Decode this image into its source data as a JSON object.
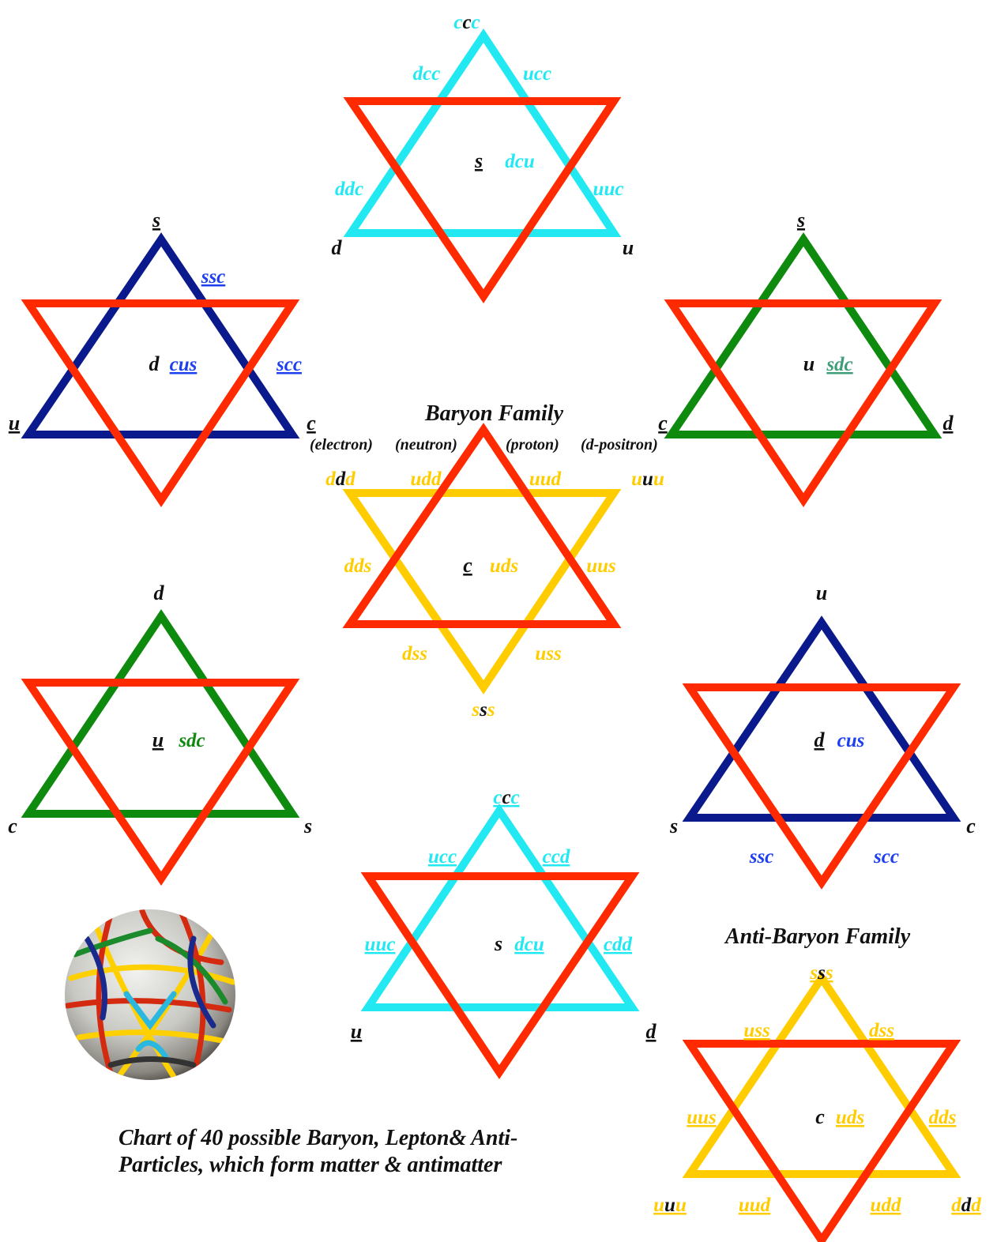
{
  "colors": {
    "red": "#ff2a00",
    "cyan": "#22e8f2",
    "navy": "#0a1a8c",
    "green": "#0e8a0e",
    "yellow": "#ffcc00",
    "blue": "#1d3ff0",
    "teal": "#3f9e78",
    "black": "#111111"
  },
  "titles": {
    "baryon_family": "Baryon Family",
    "anti_baryon_family": "Anti-Baryon Family"
  },
  "caption": {
    "line1": "Chart of 40 possible Baryon, Lepton& Anti-",
    "line2": "Particles, which form matter & antimatter"
  },
  "particle_names": {
    "electron": "(electron)",
    "neutron": "(neutron)",
    "proton": "(proton)",
    "d_positron": "(d-positron)"
  },
  "stars": [
    {
      "id": "top-cyan",
      "triangle_color": "cyan",
      "labels": [
        {
          "text": "ccc",
          "color": "cyan",
          "mid_color": "black"
        },
        {
          "text": "dcc",
          "color": "cyan"
        },
        {
          "text": "ucc",
          "color": "cyan"
        },
        {
          "text": "ddc",
          "color": "cyan"
        },
        {
          "text": "uuc",
          "color": "cyan"
        },
        {
          "text": "d",
          "color": "black"
        },
        {
          "text": "u",
          "color": "black"
        },
        {
          "text": "s",
          "color": "black",
          "underline": true
        },
        {
          "text": "dcu",
          "color": "cyan"
        }
      ]
    },
    {
      "id": "left-navy",
      "triangle_color": "navy",
      "labels": [
        {
          "text": "s",
          "color": "black",
          "underline": true
        },
        {
          "text": "ssc",
          "color": "blue",
          "underline": true
        },
        {
          "text": "d",
          "color": "black"
        },
        {
          "text": "cus",
          "color": "blue",
          "underline": true
        },
        {
          "text": "scc",
          "color": "blue",
          "underline": true
        },
        {
          "text": "u",
          "color": "black",
          "underline": true
        },
        {
          "text": "c",
          "color": "black",
          "underline": true
        }
      ]
    },
    {
      "id": "right-green",
      "triangle_color": "green",
      "labels": [
        {
          "text": "s",
          "color": "black",
          "underline": true
        },
        {
          "text": "u",
          "color": "black"
        },
        {
          "text": "sdc",
          "color": "teal",
          "underline": true
        },
        {
          "text": "c",
          "color": "black",
          "underline": true
        },
        {
          "text": "d",
          "color": "black",
          "underline": true
        }
      ]
    },
    {
      "id": "center-yellow",
      "triangle_color": "yellow",
      "labels": [
        {
          "text": "ddd",
          "color": "yellow",
          "mid_color": "black"
        },
        {
          "text": "udd",
          "color": "yellow"
        },
        {
          "text": "uud",
          "color": "yellow"
        },
        {
          "text": "uuu",
          "color": "yellow",
          "mid_color": "black"
        },
        {
          "text": "dds",
          "color": "yellow"
        },
        {
          "text": "c",
          "color": "black",
          "underline": true
        },
        {
          "text": "uds",
          "color": "yellow"
        },
        {
          "text": "uus",
          "color": "yellow"
        },
        {
          "text": "dss",
          "color": "yellow"
        },
        {
          "text": "uss",
          "color": "yellow"
        },
        {
          "text": "sss",
          "color": "yellow",
          "mid_color": "black"
        }
      ]
    },
    {
      "id": "left-green",
      "triangle_color": "green",
      "labels": [
        {
          "text": "d",
          "color": "black"
        },
        {
          "text": "u",
          "color": "black",
          "underline": true
        },
        {
          "text": "sdc",
          "color": "green"
        },
        {
          "text": "c",
          "color": "black"
        },
        {
          "text": "s",
          "color": "black"
        }
      ]
    },
    {
      "id": "right-navy",
      "triangle_color": "navy",
      "labels": [
        {
          "text": "u",
          "color": "black"
        },
        {
          "text": "d",
          "color": "black",
          "underline": true
        },
        {
          "text": "cus",
          "color": "blue"
        },
        {
          "text": "s",
          "color": "black"
        },
        {
          "text": "c",
          "color": "black"
        },
        {
          "text": "ssc",
          "color": "blue"
        },
        {
          "text": "scc",
          "color": "blue"
        }
      ]
    },
    {
      "id": "bottom-cyan",
      "triangle_color": "cyan",
      "labels": [
        {
          "text": "ccc",
          "color": "cyan",
          "mid_color": "black",
          "underline": true
        },
        {
          "text": "ucc",
          "color": "cyan",
          "underline": true
        },
        {
          "text": "ccd",
          "color": "cyan",
          "underline": true
        },
        {
          "text": "uuc",
          "color": "cyan",
          "underline": true
        },
        {
          "text": "s",
          "color": "black"
        },
        {
          "text": "dcu",
          "color": "cyan",
          "underline": true
        },
        {
          "text": "cdd",
          "color": "cyan",
          "underline": true
        },
        {
          "text": "u",
          "color": "black",
          "underline": true
        },
        {
          "text": "d",
          "color": "black",
          "underline": true
        }
      ]
    },
    {
      "id": "bottom-right-yellow",
      "triangle_color": "yellow",
      "labels": [
        {
          "text": "sss",
          "color": "yellow",
          "mid_color": "black",
          "underline": true
        },
        {
          "text": "uss",
          "color": "yellow",
          "underline": true
        },
        {
          "text": "dss",
          "color": "yellow",
          "underline": true
        },
        {
          "text": "uus",
          "color": "yellow",
          "underline": true
        },
        {
          "text": "c",
          "color": "black"
        },
        {
          "text": "uds",
          "color": "yellow",
          "underline": true
        },
        {
          "text": "dds",
          "color": "yellow",
          "underline": true
        },
        {
          "text": "uuu",
          "color": "yellow",
          "mid_color": "black",
          "underline": true
        },
        {
          "text": "uud",
          "color": "yellow",
          "underline": true
        },
        {
          "text": "udd",
          "color": "yellow",
          "underline": true
        },
        {
          "text": "ddd",
          "color": "yellow",
          "mid_color": "black",
          "underline": true
        }
      ]
    }
  ]
}
